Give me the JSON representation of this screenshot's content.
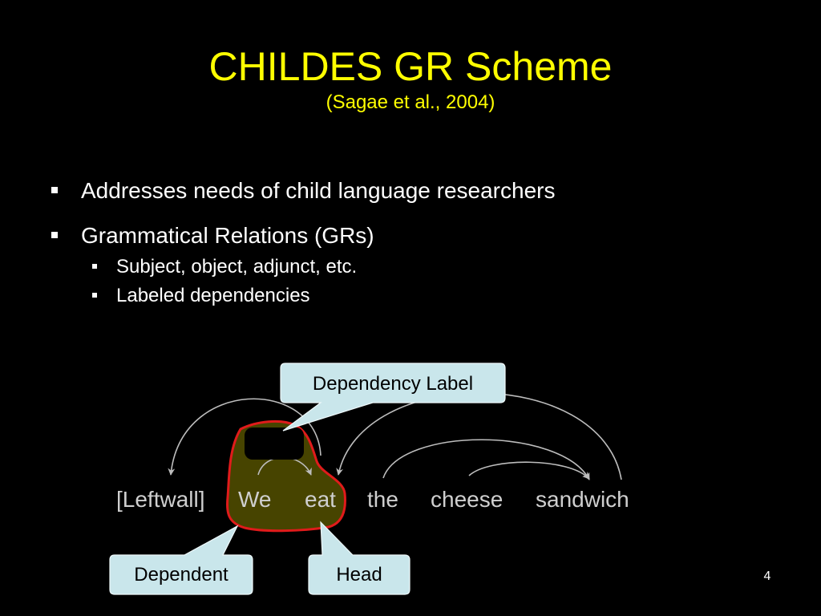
{
  "slide": {
    "title": "CHILDES GR Scheme",
    "subtitle": "(Sagae et al., 2004)",
    "page_number": "4",
    "bullets": [
      {
        "text": "Addresses needs of child language researchers"
      },
      {
        "text": "Grammatical Relations (GRs)",
        "sub_bullets": [
          "Subject, object, adjunct, etc.",
          "Labeled dependencies"
        ]
      }
    ]
  },
  "diagram": {
    "words": [
      "[Leftwall]",
      "We",
      "eat",
      "the",
      "cheese",
      "sandwich"
    ],
    "callouts": {
      "label": "Dependency Label",
      "dependent": "Dependent",
      "head": "Head"
    }
  },
  "colors": {
    "background": "#000000",
    "title": "#ffff00",
    "body_text": "#ffffff",
    "callout_fill": "#c9e6eb",
    "highlight_fill": "#474400",
    "highlight_outline": "#e01b1b",
    "diagram_ink": "#cfcfcf"
  }
}
